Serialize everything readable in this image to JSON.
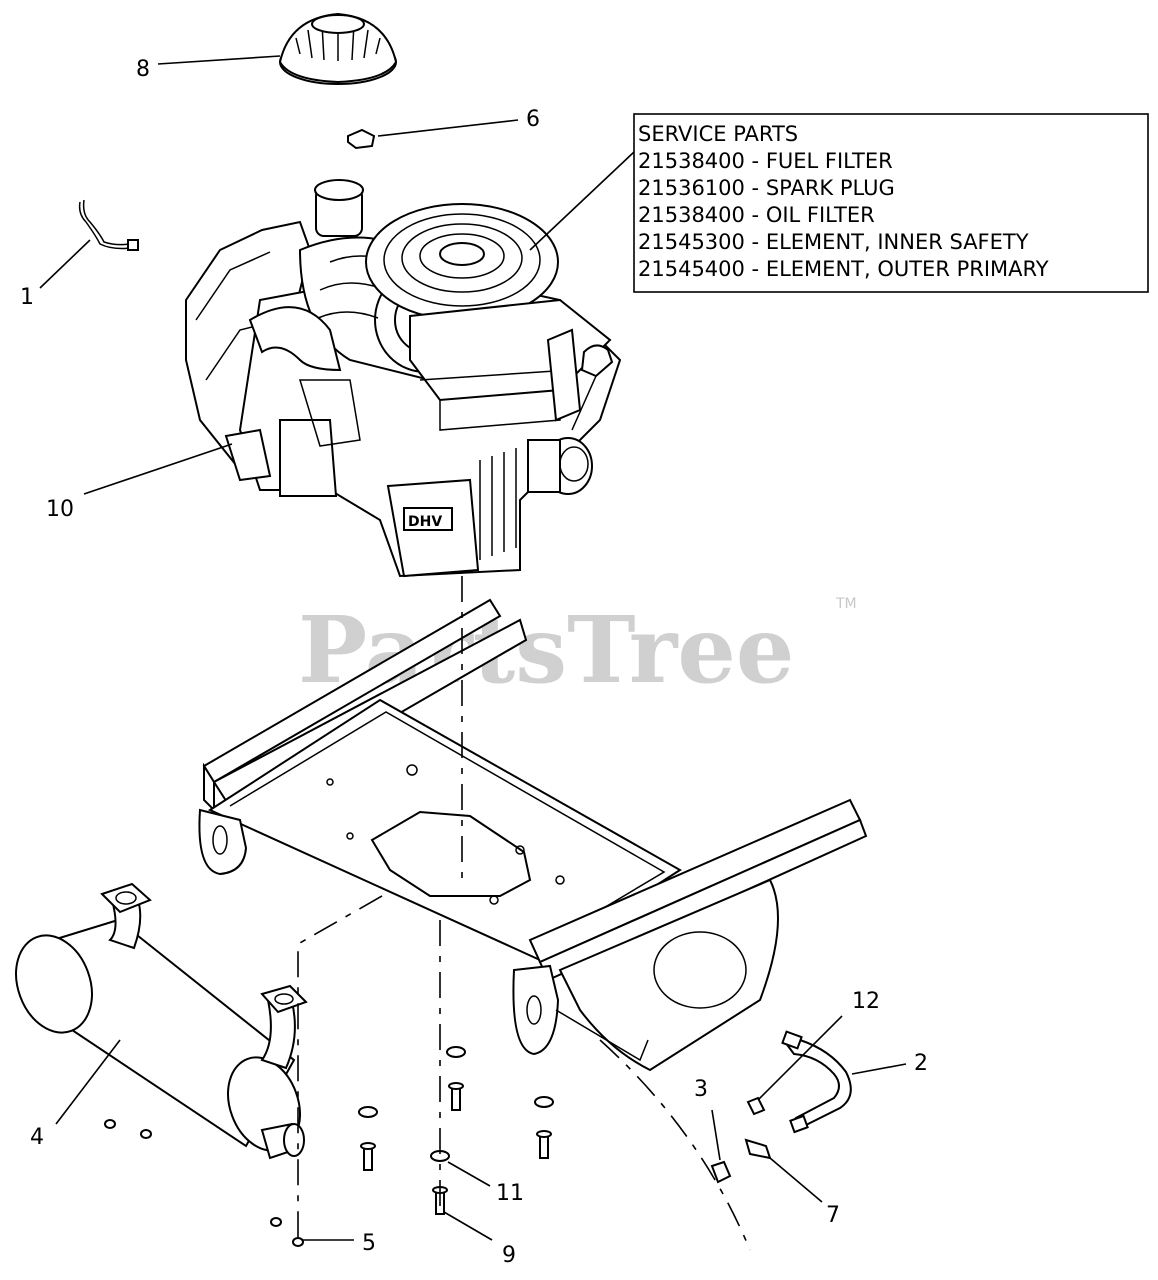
{
  "callouts": {
    "c1": "1",
    "c2": "2",
    "c3": "3",
    "c4": "4",
    "c5": "5",
    "c6": "6",
    "c7": "7",
    "c8": "8",
    "c9": "9",
    "c10": "10",
    "c11": "11",
    "c12": "12"
  },
  "service_parts": {
    "title": "SERVICE PARTS",
    "items": [
      "21538400 - FUEL FILTER",
      "21536100 - SPARK PLUG",
      "21538400 - OIL FILTER",
      "21545300 - ELEMENT, INNER SAFETY",
      "21545400 - ELEMENT, OUTER PRIMARY"
    ]
  },
  "engine_label": "DHV",
  "watermark": {
    "text": "PartsTree",
    "tm": "TM"
  }
}
